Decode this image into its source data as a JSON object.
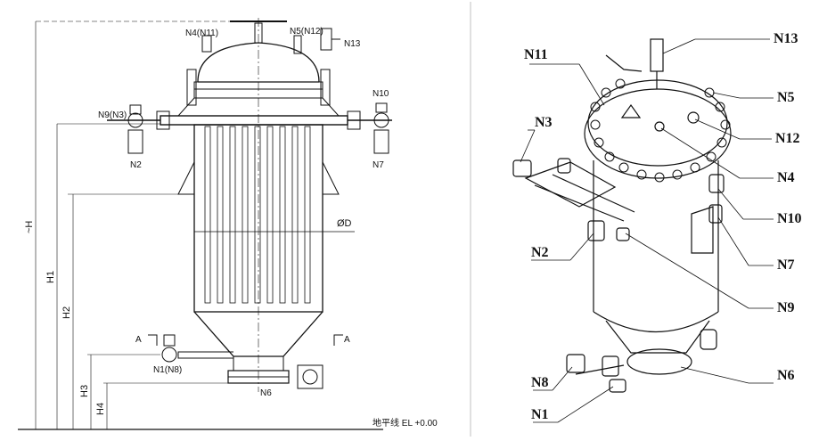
{
  "left_drawing": {
    "nozzles": {
      "n4": "N4(N11)",
      "n5": "N5(N12)",
      "n13": "N13",
      "n9": "N9(N3)",
      "n10": "N10",
      "n2": "N2",
      "n7": "N7",
      "n1": "N1(N8)",
      "n6": "N6"
    },
    "dimensions": {
      "h": "~H",
      "h1": "H1",
      "h2": "H2",
      "h3": "H3",
      "h4": "H4",
      "od": "ØD"
    },
    "section_marks": {
      "left": "A",
      "right": "A"
    },
    "ground": "地平线  EL +0.00"
  },
  "right_drawing": {
    "callouts": [
      "N11",
      "N13",
      "N3",
      "N5",
      "N12",
      "N4",
      "N10",
      "N2",
      "N7",
      "N9",
      "N6",
      "N8",
      "N1"
    ]
  },
  "colors": {
    "line": "#111111",
    "bg": "#ffffff"
  }
}
